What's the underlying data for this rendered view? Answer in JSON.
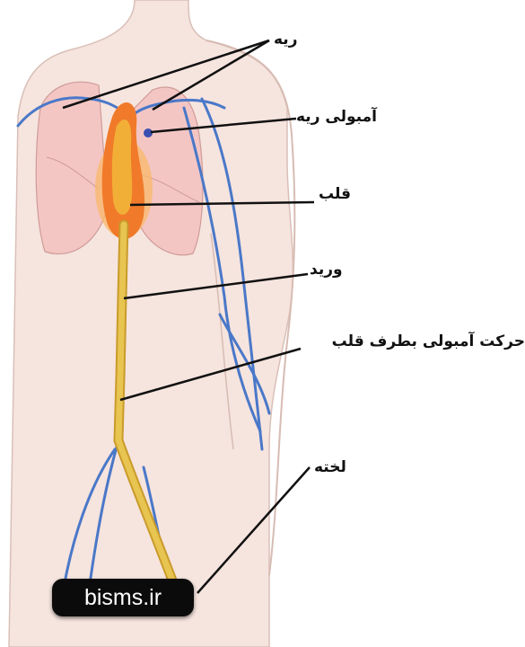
{
  "labels": {
    "lung": "ریه",
    "pulmonary_embolism": "آمبولی ریه",
    "heart": "قلب",
    "vein": "ورید",
    "embolus_moving_to_heart": "حرکت آمبولی بطرف قلب",
    "clot": "لخته"
  },
  "watermark": "bisms.ir",
  "colors": {
    "skin": "#f6e4de",
    "lung": "#f3c6c4",
    "vein": "#4a78c8",
    "vessel_path": "#d9b53c",
    "heart": "#f07a2a",
    "embolus_dot": "#3a4fb0"
  }
}
